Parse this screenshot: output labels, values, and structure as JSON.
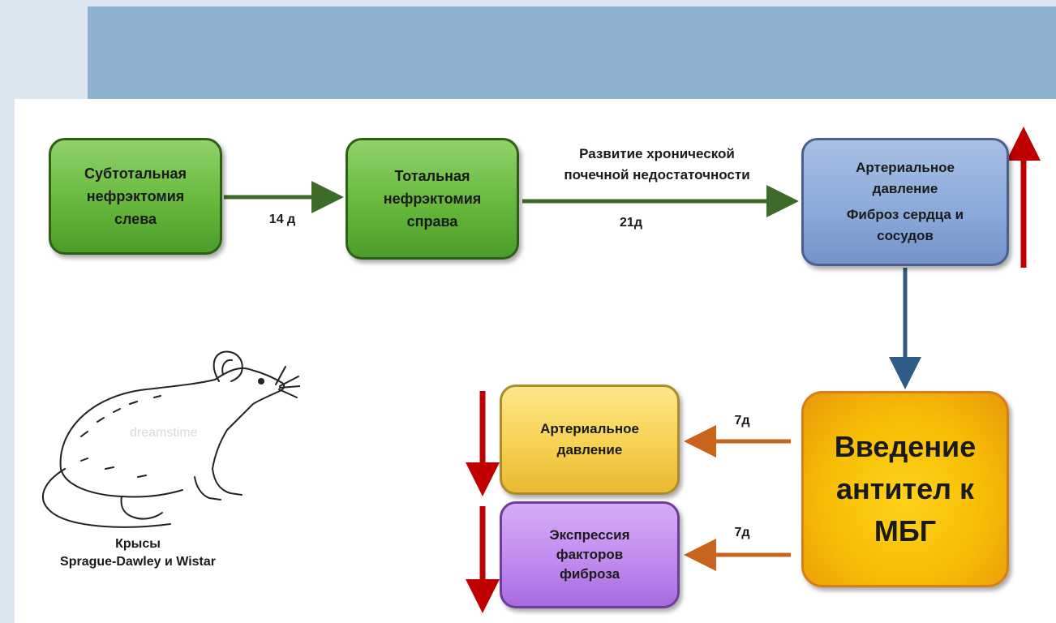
{
  "boxes": {
    "subtotal": {
      "line1": "Субтотальная",
      "line2": "нефрэктомия",
      "line3": "слева"
    },
    "total": {
      "line1": "Тотальная",
      "line2": "нефрэктомия",
      "line3": "справа"
    },
    "outcome": {
      "line1": "Артериальное",
      "line2": "давление",
      "line3": "Фиброз сердца и",
      "line4": "сосудов"
    },
    "antibody": {
      "line1": "Введение",
      "line2": "антител к",
      "line3": "МБГ"
    },
    "pressure": {
      "line1": "Артериальное",
      "line2": "давление"
    },
    "fibrosis": {
      "line1": "Экспрессия",
      "line2": "факторов",
      "line3": "фиброза"
    }
  },
  "labels": {
    "days_14": "14 д",
    "ckd_line1": "Развитие хронической",
    "ckd_line2": "почечной недостаточности",
    "days_21": "21д",
    "days_7_top": "7д",
    "days_7_bottom": "7д"
  },
  "rat": {
    "watermark": "dreamstime",
    "caption_line1": "Крысы",
    "caption_line2": "Sprague-Dawley и Wistar"
  },
  "colors": {
    "green_arrow": "#3f6b2a",
    "blue_arrow": "#2e5a88",
    "orange_arrow": "#c8641d",
    "red_arrow": "#c00000"
  }
}
